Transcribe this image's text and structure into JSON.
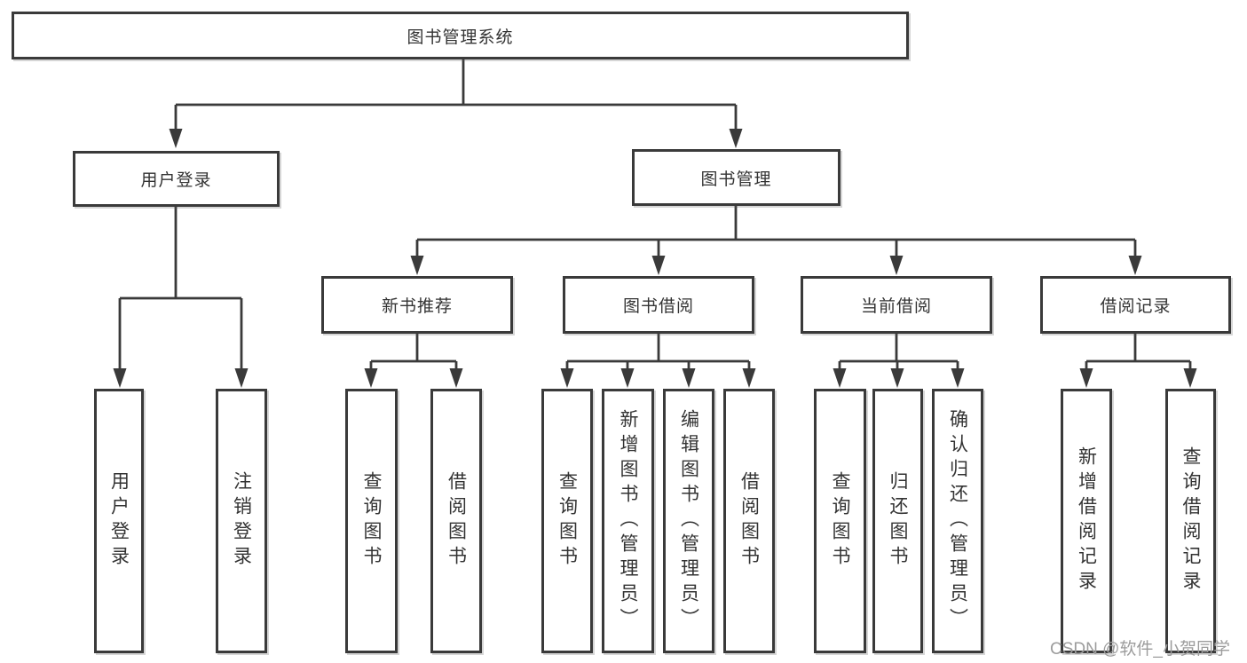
{
  "colors": {
    "line": "#3a3a3a",
    "box_border": "#3a3a3a",
    "box_background": "#ffffff",
    "text": "#333333",
    "watermark": "#9c9c9c"
  },
  "diagram": {
    "root": {
      "label": "图书管理系统"
    },
    "branches": [
      {
        "label": "用户登录",
        "children": [
          {
            "label": "用户登录"
          },
          {
            "label": "注销登录"
          }
        ]
      },
      {
        "label": "图书管理",
        "children": [
          {
            "label": "新书推荐",
            "children": [
              {
                "label": "查询图书"
              },
              {
                "label": "借阅图书"
              }
            ]
          },
          {
            "label": "图书借阅",
            "children": [
              {
                "label": "查询图书"
              },
              {
                "label": "新增图书（管理员）"
              },
              {
                "label": "编辑图书（管理员）"
              },
              {
                "label": "借阅图书"
              }
            ]
          },
          {
            "label": "当前借阅",
            "children": [
              {
                "label": "查询图书"
              },
              {
                "label": "归还图书"
              },
              {
                "label": "确认归还（管理员）"
              }
            ]
          },
          {
            "label": "借阅记录",
            "children": [
              {
                "label": "新增借阅记录"
              },
              {
                "label": "查询借阅记录"
              }
            ]
          }
        ]
      }
    ]
  },
  "watermark": {
    "text": "CSDN @软件_小贺同学"
  }
}
